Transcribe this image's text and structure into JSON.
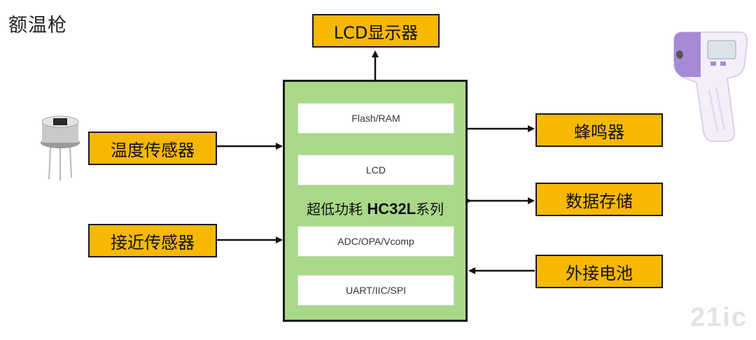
{
  "title": "额温枪",
  "mcu": {
    "label_prefix": "超低功耗 ",
    "label_model": "HC32L",
    "label_suffix": "系列",
    "modules": [
      "Flash/RAM",
      "LCD",
      "ADC/OPA/Vcomp",
      "UART/IIC/SPI"
    ]
  },
  "peripherals": {
    "lcd": "LCD显示器",
    "temp_sensor": "温度传感器",
    "proximity_sensor": "接近传感器",
    "buzzer": "蜂鸣器",
    "storage": "数据存储",
    "battery": "外接电池"
  },
  "watermark": "21ic",
  "colors": {
    "peripheral_fill": "#f6b800",
    "mcu_fill": "#a8d988"
  },
  "icons": [
    "temperature-sensor-icon",
    "thermometer-gun-icon"
  ]
}
